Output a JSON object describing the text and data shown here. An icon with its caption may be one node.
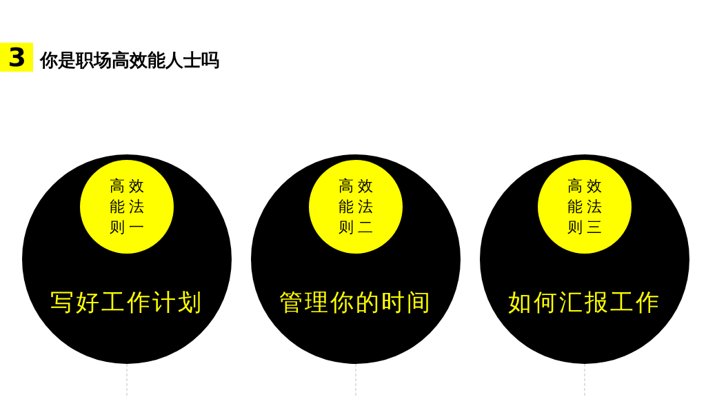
{
  "diagram": {
    "title": "你是职场高效能人士吗",
    "nodes": [
      {
        "text": [
          "3"
        ]
      },
      {
        "text": [
          "写好工作计划"
        ]
      },
      {
        "text": [
          "高效能法则一"
        ],
        "in": 1
      },
      {
        "text": [
          "管理你的时间"
        ]
      },
      {
        "text": [
          "高效能法则二"
        ],
        "in": 3
      },
      {
        "text": [
          "如何汇报工作"
        ]
      },
      {
        "text": [
          "高效能法则三"
        ],
        "in": 5
      }
    ],
    "edges": [
      {
        "from": 1,
        "to": null,
        "arrow": "none",
        "style": "dashed"
      },
      {
        "from": 3,
        "to": null,
        "arrow": "none",
        "style": "dashed"
      },
      {
        "from": 5,
        "to": null,
        "arrow": "none",
        "style": "dashed"
      }
    ]
  }
}
